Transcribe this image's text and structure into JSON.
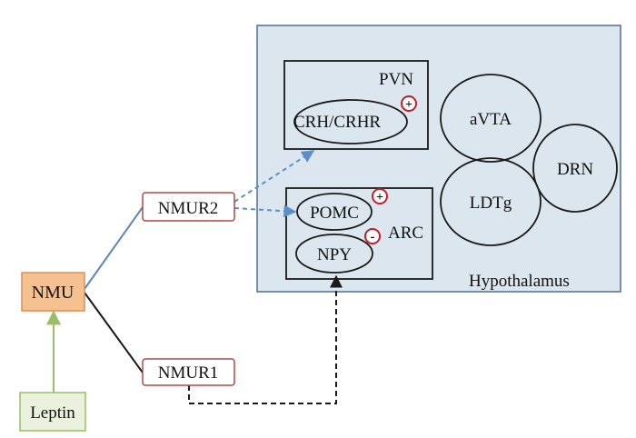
{
  "labels": {
    "hypothalamus": "Hypothalamus",
    "pvn": "PVN",
    "crh": "CRH/CRHR",
    "avta": "aVTA",
    "drn": "DRN",
    "ldtg": "LDTg",
    "pomc": "POMC",
    "npy": "NPY",
    "arc": "ARC",
    "nmu": "NMU",
    "nmur2": "NMUR2",
    "nmur1": "NMUR1",
    "leptin": "Leptin"
  },
  "signs": {
    "crh": "+",
    "pomc": "+",
    "npy": "-"
  },
  "colors": {
    "hypothalamus_fill": "#dce6ef",
    "hypothalamus_stroke": "#4f6f8f",
    "nmu_fill": "#f6c190",
    "nmu_stroke": "#d99052",
    "leptin_fill": "#eaf2dd",
    "leptin_stroke": "#98bf67",
    "receptor_stroke": "#b04848",
    "sign_stroke": "#c0202a",
    "blue_link": "#5b86b8",
    "dashed_blue": "#5b8fc9",
    "black_link": "#1a1a1a"
  }
}
